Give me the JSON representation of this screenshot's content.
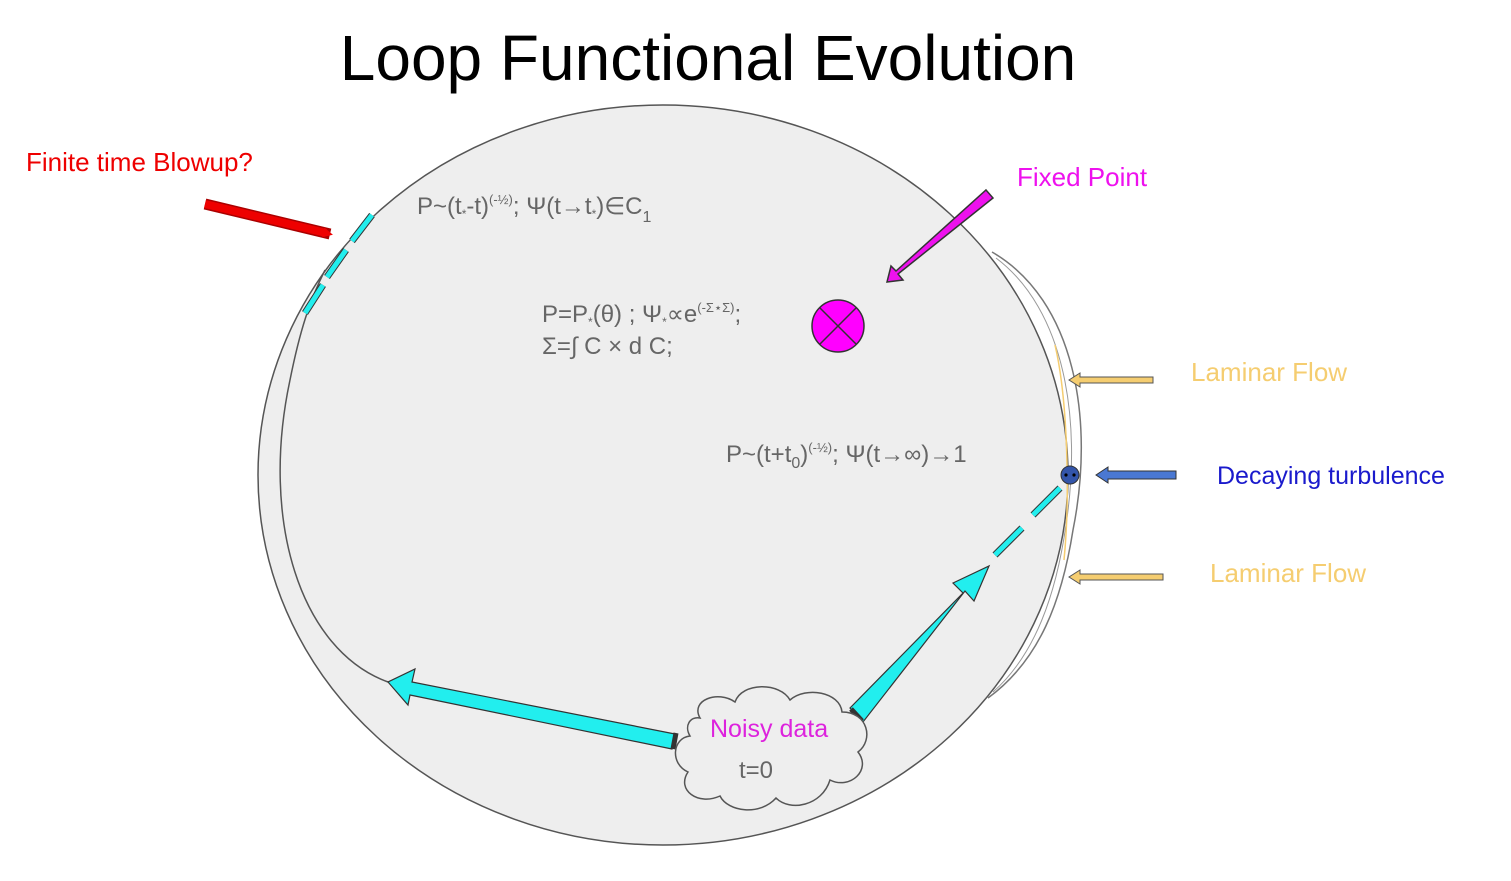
{
  "title": "Loop Functional Evolution",
  "labels": {
    "blowup": "Finite time Blowup?",
    "fixed_point": "Fixed Point",
    "laminar_top": "Laminar Flow",
    "laminar_bottom": "Laminar Flow",
    "decaying": "Decaying turbulence",
    "noisy": "Noisy data",
    "t0": "t=0"
  },
  "formulas": {
    "blowup_P": "P~(t",
    "blowup_P_sub": "*",
    "blowup_P_mid": "-t)",
    "blowup_P_exp": "(-½)",
    "blowup_psi": ";  Ψ(t→t",
    "blowup_psi_sub": "*",
    "blowup_psi_end": ")∈C",
    "blowup_psi_C_sub": "1",
    "fixed_P": "P=P",
    "fixed_P_sub": "*",
    "fixed_theta": "(θ) ; Ψ",
    "fixed_psi_sub": "*",
    "fixed_prop": "∝e",
    "fixed_exp": "(-Σ⋆Σ)",
    "fixed_semicolon": ";",
    "sigma_line": "Σ=∫ C × d C;",
    "decay_P": "P~(t+t",
    "decay_P_sub": "0",
    "decay_mid": ")",
    "decay_exp": "(-½)",
    "decay_psi": ";  Ψ(t→∞)→1"
  },
  "colors": {
    "background": "#ffffff",
    "circle_fill": "#eeeeee",
    "circle_stroke": "#555555",
    "formula_text": "#666666",
    "blowup": "#ee0000",
    "fixed_point": "#ee11ee",
    "laminar": "#f5cd70",
    "decaying": "#1a1acc",
    "decay_arrow": "#4a78d2",
    "cyan": "#22eeee",
    "noisy": "#dd22dd"
  }
}
